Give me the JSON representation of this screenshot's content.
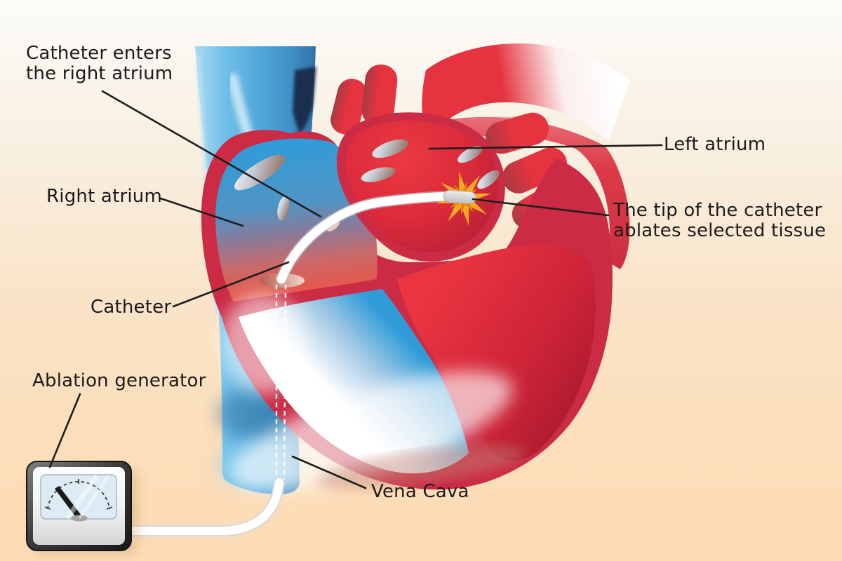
{
  "labels": {
    "catheter_enters_line1": "Catheter enters",
    "catheter_enters_line2": "the right atrium",
    "right_atrium": "Right atrium",
    "catheter": "Catheter",
    "ablation_generator": "Ablation generator",
    "vena_cava": "Vena Cava",
    "left_atrium": "Left atrium",
    "catheter_tip_line1": "The tip of the catheter",
    "catheter_tip_line2": "ablates selected tissue"
  },
  "colors": {
    "background_top": "#fdfcfa",
    "background_bottom": "#fcdcb6",
    "heart_outline_crimson": "#cb2b45",
    "oxygenated_red": "#e5333f",
    "deoxygenated_blue": "#2f9cd8",
    "vena_cava_blue": "#5fb4e4",
    "catheter_white": "#ffffff",
    "ablation_spark_orange": "#f7a823",
    "leader_line": "#1d1d1d",
    "label_text": "#1b1b1b",
    "generator_screen": "#dcebf4"
  }
}
